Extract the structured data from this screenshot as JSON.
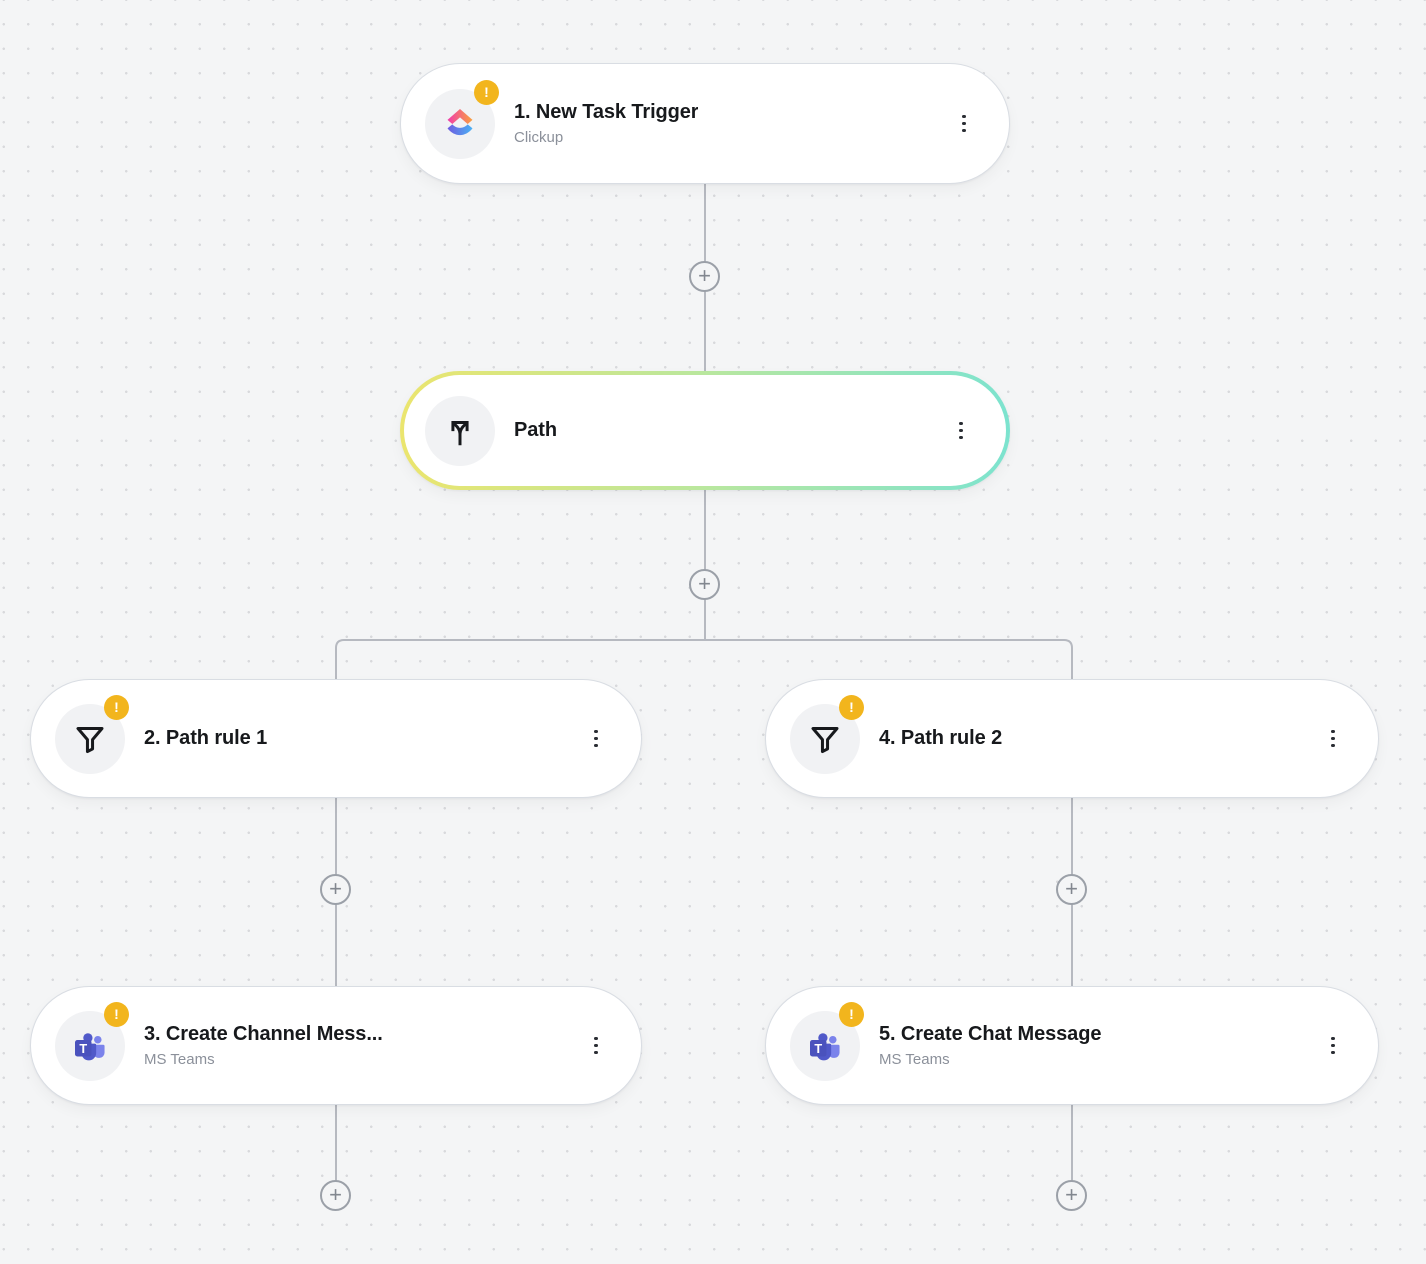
{
  "ui": {
    "add_step_glyph": "+",
    "warning_badge_glyph": "!",
    "colors": {
      "canvas_bg": "#f4f5f6",
      "grid_dot": "#d8d9dc",
      "connector": "#b6b9c0",
      "node_border": "#d9dde3",
      "warning_badge": "#f2b51d",
      "selected_border_gradient_start": "#ebe56e",
      "selected_border_gradient_end": "#7ce3cf",
      "clickup_gradient_top": [
        "#f03dab",
        "#f9a13e"
      ],
      "clickup_gradient_bottom": [
        "#6e5be0",
        "#4ab2f4"
      ],
      "ms_teams_primary": "#4a52bd",
      "ms_teams_secondary": "#7b83eb"
    }
  },
  "workflow": {
    "nodes": [
      {
        "title": "1. New Task Trigger",
        "subtitle": "Clickup",
        "icon": "clickup-icon",
        "warning": true
      },
      {
        "title": "Path",
        "icon": "path-split-icon",
        "warning": false,
        "selected": true
      },
      {
        "title": "2. Path rule 1",
        "icon": "filter-icon",
        "warning": true
      },
      {
        "title": "4. Path rule 2",
        "icon": "filter-icon",
        "warning": true
      },
      {
        "title": "3. Create Channel Mess...",
        "subtitle": "MS Teams",
        "icon": "ms-teams-icon",
        "warning": true
      },
      {
        "title": "5. Create Chat Message",
        "subtitle": "MS Teams",
        "icon": "ms-teams-icon",
        "warning": true
      }
    ]
  }
}
